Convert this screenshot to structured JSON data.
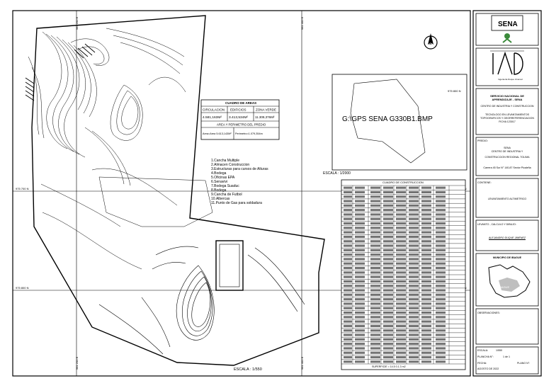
{
  "plan": {
    "grid_labels": {
      "top": [
        "981 200 E",
        "981 400 E"
      ],
      "bottom": [
        "981 400 E",
        "981 200 E"
      ],
      "left": [
        "975 700 N",
        "975 800 N"
      ],
      "right": [
        "975 800 N",
        "975 700 N"
      ],
      "mid": [
        "975 800 N",
        "975 700 N"
      ]
    },
    "scale_main": "ESCALA : 1/550",
    "scale_inset": "ESCALA : 1/2000",
    "image_ref": "G:\\GPS SENA G330B1.BMP",
    "areas_table": {
      "title": "CUADRO DE AREAS",
      "headers": [
        "CIRCULACION",
        "EDIFICIOS",
        "ZONA VERDE"
      ],
      "values": [
        "4.581,163M²",
        "3.413,534M²",
        "11.309,376M²"
      ],
      "subtitle": "AREA Y PERIMETRO DEL PREDIO",
      "area": "Area=Area 5.613,143M²",
      "perimeter": "Perimetro=1.079,354m"
    },
    "legend": [
      "1.Cancha Multiple",
      "2.Almacen Construccion",
      "3.Estructuras para cursos de Alturas",
      "4.Bodega",
      "5.Oficinas EPA",
      "6.Senavivi",
      "7.Bodega Suaduc",
      "8.Bodega",
      "9.Cancha de Futbol",
      "10.Albercas",
      "11.Punto de Gas para soldadura"
    ],
    "construction_table_title": "CUADRO DE CONSTRUCCION",
    "construction_table_footer": "SUPERFICIE = 14.5 0.1.3 m2"
  },
  "title_block": {
    "logo_text": "SENA",
    "logo2_caption": "Ingeniería Duque Jiménez",
    "entity": [
      "SERVICIO NACIONAL DE",
      "APRENDIZAJE - SENA"
    ],
    "center": "CENTRO DE INDUSTRIA Y CONSTRUCCION",
    "program": [
      "TECNOLOGO EN LEVANTAMIENTOS",
      "TOPOGRAFICOS Y GEORREFERENCIACION",
      "FICHA 123017"
    ],
    "predio_label": "PREDIO:",
    "predio": [
      "SENA",
      "CENTRO DE INDUSTRIA Y",
      "CONSTRUCCION REGIONAL TOLIMA"
    ],
    "predio_address": "Carrera 45 Sur N° 140-87 Sector Picaleña",
    "contiene_label": "CONTIENE:",
    "contiene": "LEVANTAMIENTO ALTIMETRICO",
    "levanto_label": "LEVANTO , CALCULO Y DIBUJO:",
    "levanto_name": "ALEJANDRO DUQUE JIMENEZ",
    "map_label": "MUNICIPIO DE IBAGUE",
    "map_city": "IBAGUE",
    "observaciones_label": "OBSERVACIONES:",
    "escala_label": "ESCALA:",
    "escala_value": "1/550",
    "plancha_label": "PLANCHA N°:",
    "plancha_value": "1 de 1",
    "fecha_label": "FECHA:",
    "fecha_value": "AGOSTO DE 2022",
    "plano_label": "PLANO N°:"
  },
  "colors": {
    "ink": "#000000",
    "paper": "#ffffff",
    "logo_green": "#3a8a3a"
  }
}
